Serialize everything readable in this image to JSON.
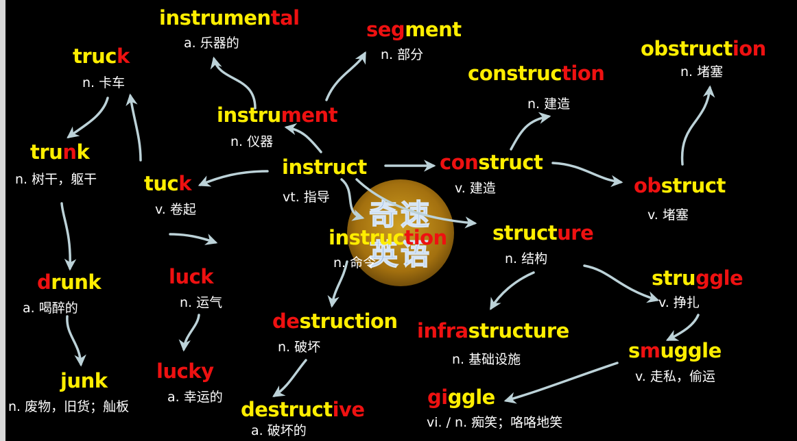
{
  "colors": {
    "background": "#000000",
    "highlight": "#ffee00",
    "accent": "#ee1111",
    "gloss": "#ffffff",
    "arrow": "#bcd2d8"
  },
  "watermark": {
    "line1": "奇速",
    "line2": "英语"
  },
  "words": {
    "instrumental": {
      "parts": [
        [
          "instrumen",
          "y"
        ],
        [
          "tal",
          "r"
        ]
      ],
      "gloss": "a. 乐器的"
    },
    "segment": {
      "parts": [
        [
          "seg",
          "r"
        ],
        [
          "ment",
          "y"
        ]
      ],
      "gloss": "n.  部分"
    },
    "truck": {
      "parts": [
        [
          "truc",
          "y"
        ],
        [
          "k",
          "r"
        ]
      ],
      "gloss": "n. 卡车"
    },
    "obstruction": {
      "parts": [
        [
          "obstruct",
          "y"
        ],
        [
          "ion",
          "r"
        ]
      ],
      "gloss": "n. 堵塞"
    },
    "construction": {
      "parts": [
        [
          "construc",
          "y"
        ],
        [
          "tion",
          "r"
        ]
      ],
      "gloss": "n. 建造"
    },
    "instrument": {
      "parts": [
        [
          "instru",
          "y"
        ],
        [
          "ment",
          "r"
        ]
      ],
      "gloss": "n.  仪器"
    },
    "trunk": {
      "parts": [
        [
          "tru",
          "y"
        ],
        [
          "n",
          "r"
        ],
        [
          "k",
          "y"
        ]
      ],
      "gloss": "n. 树干，躯干"
    },
    "instruct": {
      "parts": [
        [
          "instruct",
          "y"
        ]
      ],
      "gloss": "vt. 指导"
    },
    "construct": {
      "parts": [
        [
          "con",
          "r"
        ],
        [
          "struct",
          "y"
        ]
      ],
      "gloss": "v. 建造"
    },
    "tuck": {
      "parts": [
        [
          "tuc",
          "y"
        ],
        [
          "k",
          "r"
        ]
      ],
      "gloss": "v. 卷起"
    },
    "obstruct": {
      "parts": [
        [
          "ob",
          "r"
        ],
        [
          "struct",
          "y"
        ]
      ],
      "gloss": "v. 堵塞"
    },
    "instruction": {
      "parts": [
        [
          "instruc",
          "y"
        ],
        [
          "tion",
          "r"
        ]
      ],
      "gloss": "n. 命令"
    },
    "structure": {
      "parts": [
        [
          "struct",
          "y"
        ],
        [
          "ure",
          "r"
        ]
      ],
      "gloss": "n. 结构"
    },
    "drunk": {
      "parts": [
        [
          "d",
          "r"
        ],
        [
          "runk",
          "y"
        ]
      ],
      "gloss": "a. 喝醉的"
    },
    "luck": {
      "parts": [
        [
          "luck",
          "r"
        ]
      ],
      "gloss": "n. 运气"
    },
    "struggle": {
      "parts": [
        [
          "stru",
          "y"
        ],
        [
          "ggle",
          "r"
        ]
      ],
      "gloss": "v. 挣扎"
    },
    "destruction": {
      "parts": [
        [
          "de",
          "r"
        ],
        [
          "s",
          "y"
        ],
        [
          "truction",
          "y"
        ]
      ],
      "gloss": "n. 破坏"
    },
    "infrastructure": {
      "parts": [
        [
          "infra",
          "r"
        ],
        [
          "structure",
          "y"
        ]
      ],
      "gloss": "n. 基础设施"
    },
    "smuggle": {
      "parts": [
        [
          "s",
          "y"
        ],
        [
          "m",
          "r"
        ],
        [
          "uggle",
          "y"
        ]
      ],
      "gloss": "v. 走私，偷运"
    },
    "junk": {
      "parts": [
        [
          "junk",
          "y"
        ]
      ],
      "gloss": "n. 废物，旧货；舢板"
    },
    "lucky": {
      "parts": [
        [
          "lucky",
          "r"
        ]
      ],
      "gloss": "a. 幸运的"
    },
    "giggle": {
      "parts": [
        [
          "gi",
          "r"
        ],
        [
          "ggle",
          "y"
        ]
      ],
      "gloss": "vi. / n. 痴笑；咯咯地笑"
    },
    "destructive": {
      "parts": [
        [
          "destruct",
          "y"
        ],
        [
          "ive",
          "r"
        ]
      ],
      "gloss": "a. 破坏的"
    }
  }
}
